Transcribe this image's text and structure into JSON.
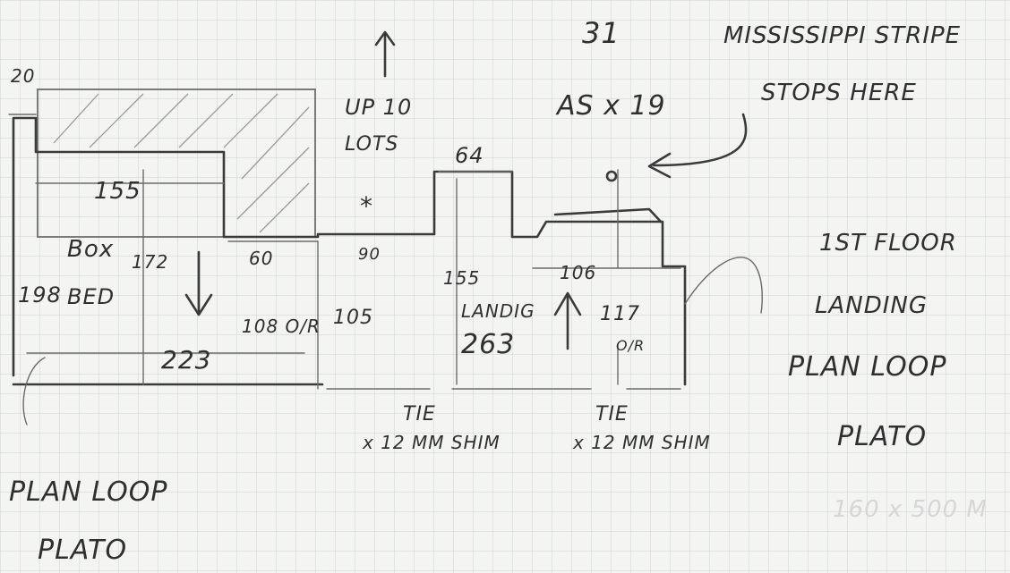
{
  "sketch": {
    "ink_color": "#3a3a3a",
    "paper_color": "#f4f5f3",
    "grid_color": "#c9d3da",
    "labels": {
      "top_left": "20",
      "tread_155": "155",
      "box_word": "Box",
      "box_198": "198",
      "box_bed": "BED",
      "box_172": "172",
      "width_223": "223",
      "dim_60": "60",
      "dim_108": "108 O/R",
      "dim_105": "105",
      "dim_90": "90",
      "up_10": "UP 10",
      "lots": "LOTS",
      "star": "*",
      "dim_64": "64",
      "count_31": "31",
      "ratio": "AS x 19",
      "mississippi": "MISSISSIPPI STRIPE",
      "stops_here": "STOPS HERE",
      "dim_155_mid": "155",
      "landing_word": "LANDIG",
      "dim_263": "263",
      "dim_106": "106",
      "dim_117": "117",
      "or_small": "O/R",
      "first_floor": "1ST FLOOR",
      "landing": "LANDING",
      "plan_loop_right": "PLAN LOOP",
      "plato_right": "PLATO",
      "faint_right": "160 x 500 M",
      "tie_1": "TIE",
      "shim_1": "x 12 MM SHIM",
      "tie_2": "TIE",
      "shim_2": "x 12 MM SHIM",
      "plan_loop_left": "PLAN LOOP",
      "plato_left": "PLATO"
    }
  }
}
